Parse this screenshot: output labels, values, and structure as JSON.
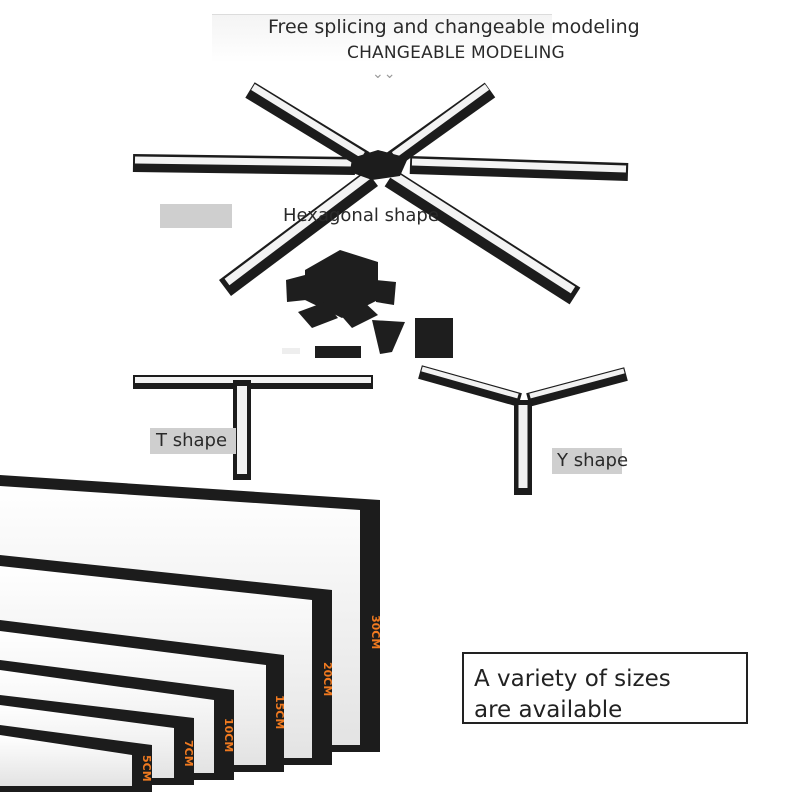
{
  "header": {
    "line1": "Free splicing and changeable modeling",
    "line2": "CHANGEABLE MODELING",
    "chevron": "chevron-down-icon"
  },
  "shapes": {
    "hexagonal": "Hexagonal shape",
    "t_shape": "T shape",
    "y_shape": "Y shape"
  },
  "sizes": {
    "line1": "A variety of sizes",
    "line2": "are available",
    "labels": [
      "30CM",
      "20CM",
      "15CM",
      "10CM",
      "7CM",
      "5CM"
    ]
  },
  "colors": {
    "frame": "#1c1c1c",
    "diffuser": "#ececec",
    "size_label": "#f07a20"
  }
}
